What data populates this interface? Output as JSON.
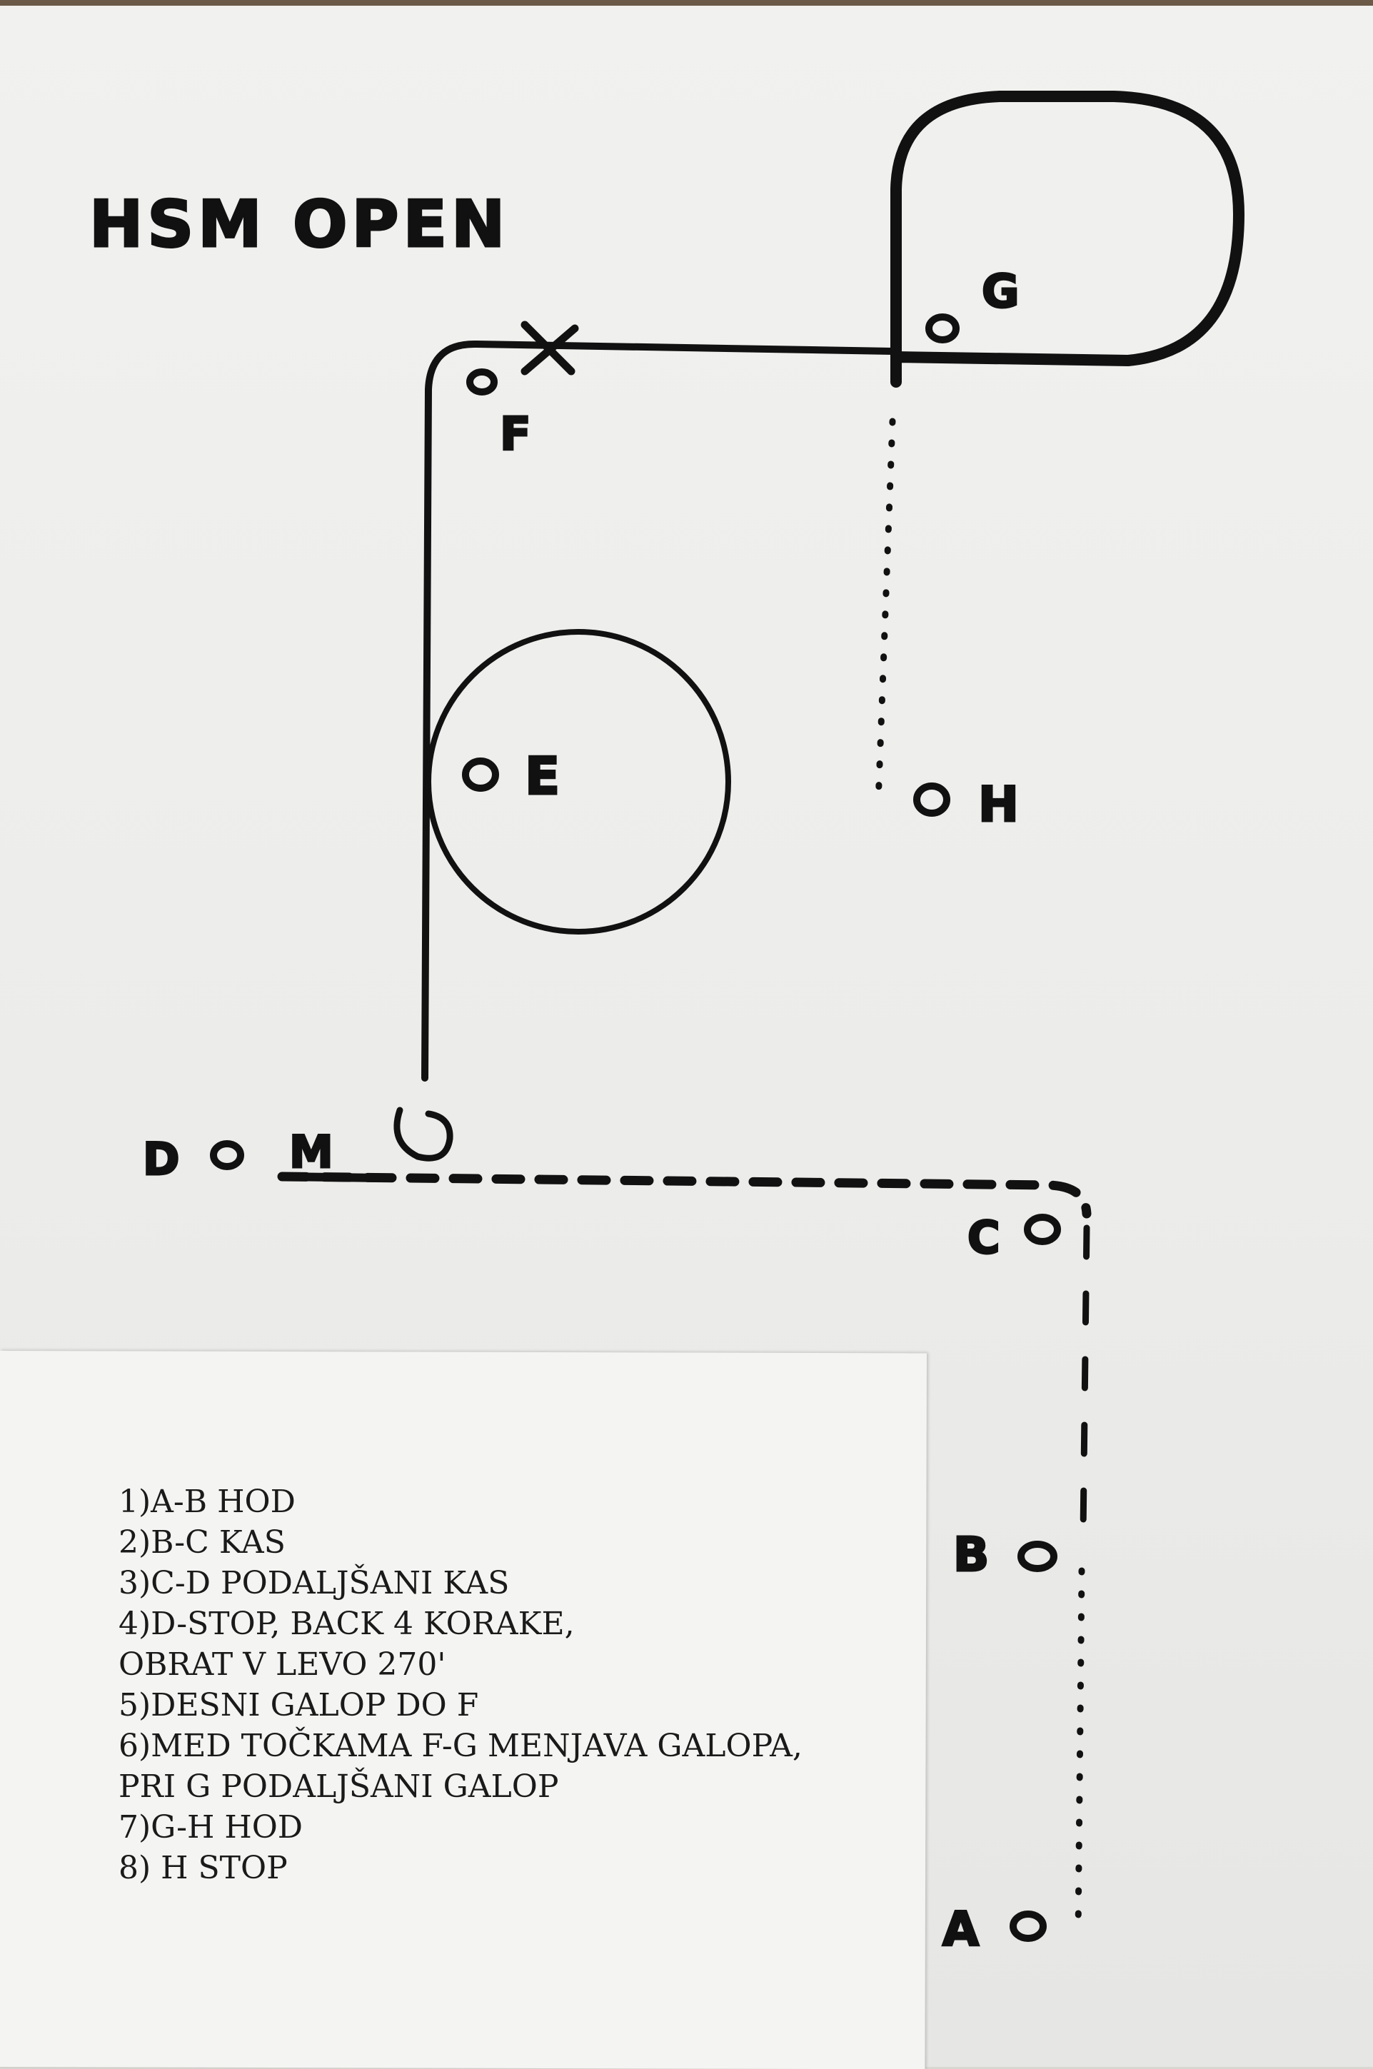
{
  "title": "HSM OPEN",
  "points": {
    "A": "A",
    "B": "B",
    "C": "C",
    "D": "D",
    "E": "E",
    "F": "F",
    "G": "G",
    "H": "H",
    "M": "M"
  },
  "instructions": [
    "1)A-B HOD",
    "2)B-C KAS",
    "3)C-D PODALJŠANI KAS",
    "4)D-STOP, BACK 4 KORAKE,",
    "OBRAT V LEVO 270'",
    "5)DESNI GALOP DO F",
    "6)MED TOČKAMA F-G MENJAVA GALOPA,",
    "PRI G PODALJŠANI GALOP",
    "7)G-H HOD",
    "8) H STOP"
  ],
  "colors": {
    "ink": "#111111",
    "paper": "#f1f1ef"
  }
}
